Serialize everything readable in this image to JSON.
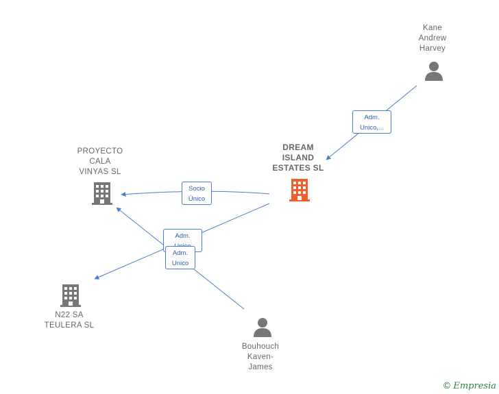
{
  "nodes": {
    "kane": {
      "label": "Kane\nAndrew\nHarvey",
      "kind": "person"
    },
    "dream": {
      "label": "DREAM\nISLAND\nESTATES  SL",
      "kind": "company-main"
    },
    "proyecto": {
      "label": "PROYECTO\nCALA\nVINYAS  SL",
      "kind": "company"
    },
    "n22": {
      "label": "N22 SA\nTEULERA  SL",
      "kind": "company"
    },
    "bouhouch": {
      "label": "Bouhouch\nKaven-\nJames",
      "kind": "person"
    }
  },
  "edges": {
    "kane_dream": "Adm.\nUnico,...",
    "dream_proyecto": "Socio\nÚnico",
    "dream_n22": "Adm.\nUnico",
    "bouhouch_proyecto": "Adm.\nUnico"
  },
  "colors": {
    "edge": "#4a7fc7",
    "node_gray": "#777777",
    "node_main": "#f0602a"
  },
  "brand": {
    "symbol": "©",
    "name": "Empresia"
  }
}
